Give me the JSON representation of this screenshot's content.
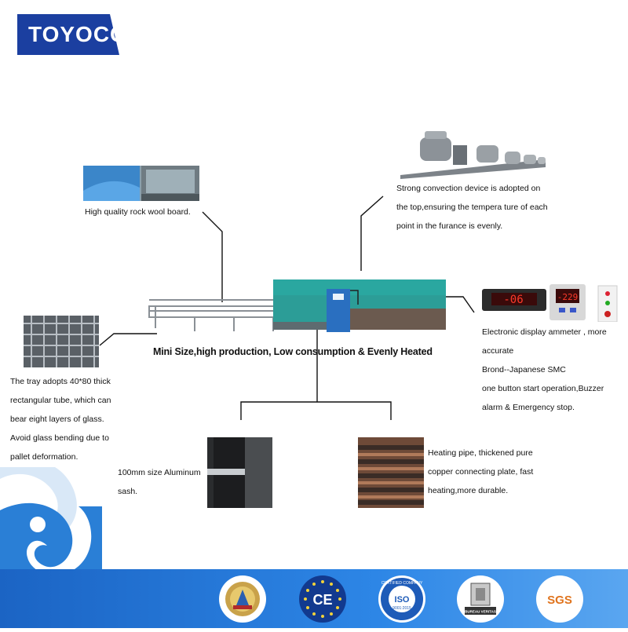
{
  "brand": {
    "logo_text": "TOYOCC",
    "colors": {
      "primary": "#1b3fa0",
      "accent": "#2d7de0",
      "wave": "#2a7fd6"
    }
  },
  "headline": "Mini Size,high production, Low consumption & Evenly Heated",
  "features": {
    "rock_wool": {
      "text": "High quality rock wool board."
    },
    "convection": {
      "lines": [
        "Strong convection device is adopted on",
        "the top,ensuring the tempera ture of each",
        "point in the furance is evenly."
      ]
    },
    "electronic": {
      "lines": [
        "Electronic display ammeter , more",
        "accurate",
        "Brond--Japanese SMC",
        "one button start operation,Buzzer",
        "alarm & Emergency stop."
      ]
    },
    "tray": {
      "lines": [
        "The tray adopts 40*80 thick",
        "rectangular tube, which can",
        "bear eight layers of glass.",
        "Avoid glass bending due to",
        "pallet deformation."
      ]
    },
    "aluminum": {
      "lines": [
        "100mm size Aluminum",
        "sash."
      ]
    },
    "heating": {
      "lines": [
        "Heating pipe, thickened pure",
        "copper connecting plate, fast",
        "heating,more durable."
      ]
    }
  },
  "controller": {
    "display_left": "-06",
    "display_right": "-229"
  },
  "certifications": [
    {
      "name": "award",
      "label": ""
    },
    {
      "name": "ce",
      "label": "CE"
    },
    {
      "name": "iso",
      "label": "ISO",
      "ring_text": "CERTIFIED COMPANY",
      "sub": "9001:2015"
    },
    {
      "name": "bureau-veritas",
      "label": "BUREAU VERITAS"
    },
    {
      "name": "sgs",
      "label": "SGS"
    }
  ]
}
